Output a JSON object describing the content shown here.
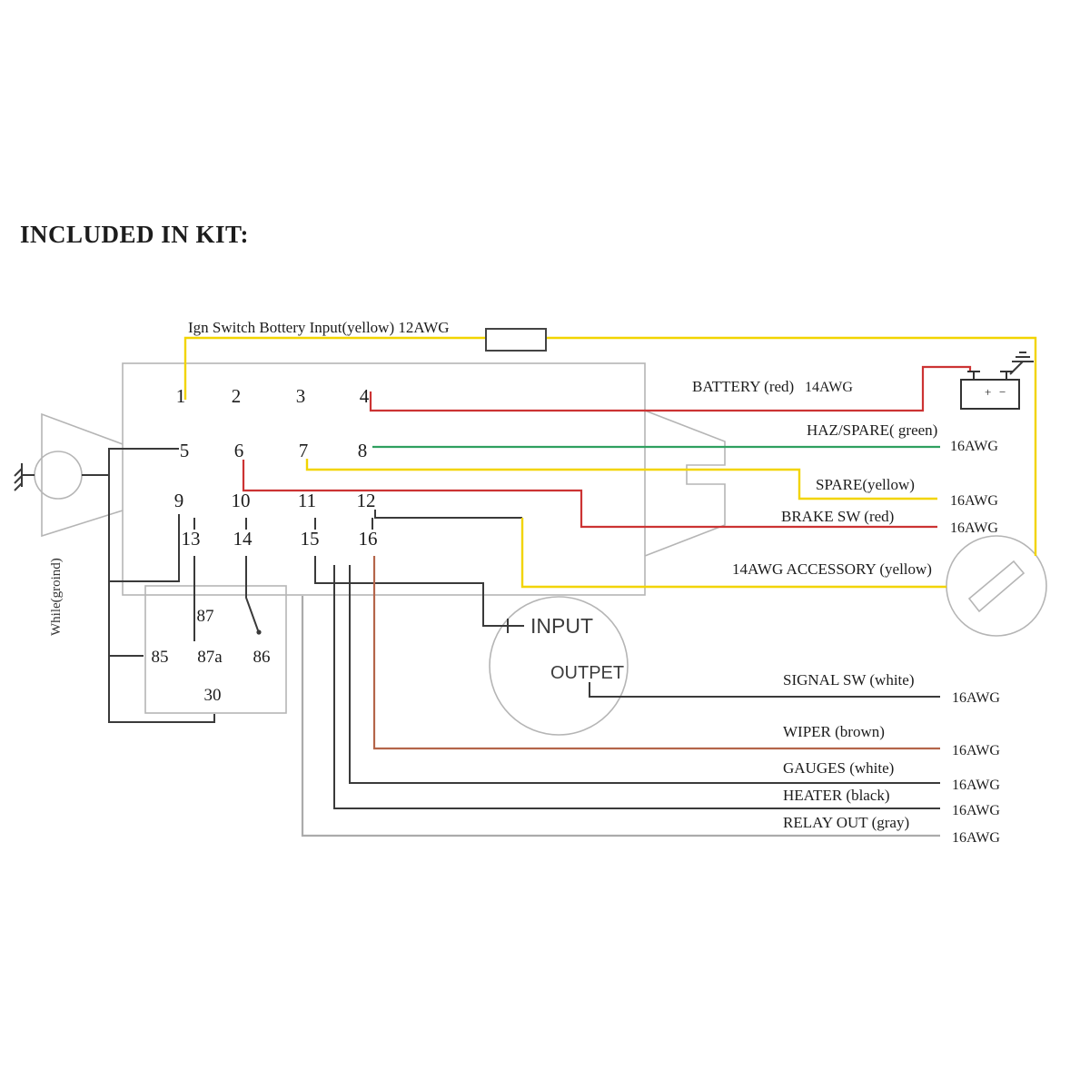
{
  "title": "INCLUDED IN KIT:",
  "ign_wire_label": "Ign Switch Bottery Input(yellow)  12AWG",
  "pins": [
    "1",
    "2",
    "3",
    "4",
    "5",
    "6",
    "7",
    "8",
    "9",
    "10",
    "11",
    "12",
    "13",
    "14",
    "15",
    "16"
  ],
  "relay_pins": [
    "87",
    "85",
    "87a",
    "86",
    "30"
  ],
  "switch_circle": {
    "input": "INPUT",
    "output": "OUTPET"
  },
  "ground_label": "While(groind)",
  "battery": {
    "plus": "+",
    "minus": "−"
  },
  "wires": {
    "battery": {
      "label": "BATTERY (red)",
      "awg": "14AWG"
    },
    "haz_spare": {
      "label": "HAZ/SPARE( green)",
      "awg": "16AWG"
    },
    "spare": {
      "label": "SPARE(yellow)",
      "awg": "16AWG"
    },
    "brake": {
      "label": "BRAKE SW (red)",
      "awg": "16AWG"
    },
    "accessory": {
      "label": "14AWG ACCESSORY  (yellow)"
    },
    "signal": {
      "label": "SIGNAL SW  (white)",
      "awg": "16AWG"
    },
    "wiper": {
      "label": "WIPER  (brown)",
      "awg": "16AWG"
    },
    "gauges": {
      "label": "GAUGES  (white)",
      "awg": "16AWG"
    },
    "heater": {
      "label": "HEATER  (black)",
      "awg": "16AWG"
    },
    "relay_out": {
      "label": "RELAY OUT  (gray)",
      "awg": "16AWG"
    }
  },
  "colors": {
    "yellow": "#f2d400",
    "red": "#cc3333",
    "green": "#2fa05f",
    "brown": "#b4654a",
    "gray": "#ababab",
    "wire_black": "#3a3a3a",
    "outline": "#b5b5b5"
  }
}
